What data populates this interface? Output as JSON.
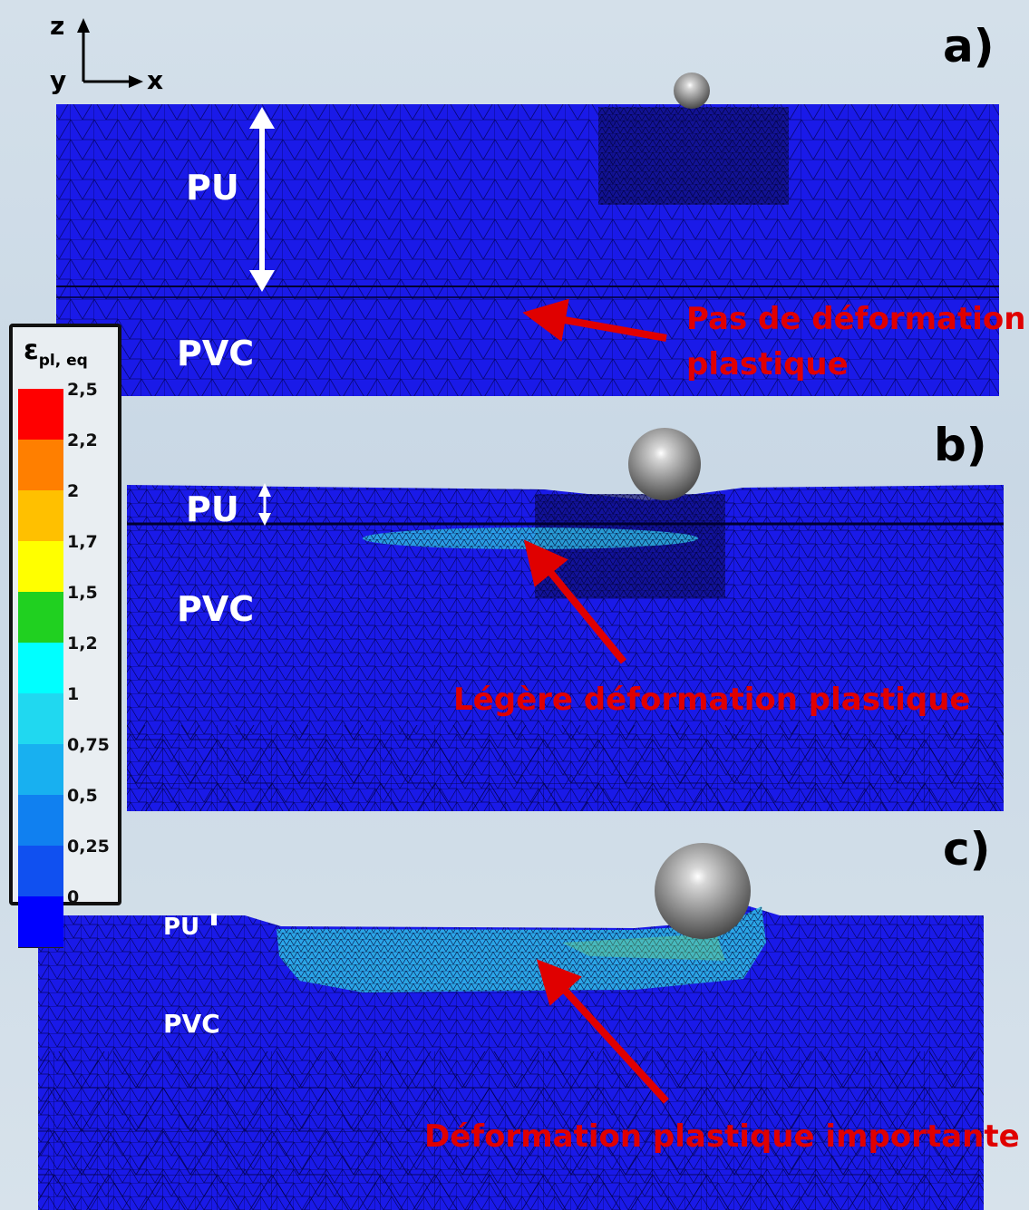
{
  "axes": {
    "z": "z",
    "y": "y",
    "x": "x"
  },
  "panels": [
    {
      "letter": "a)",
      "layer_top": "PU",
      "layer_bottom": "PVC",
      "annotation": [
        "Pas de déformation",
        "plastique"
      ]
    },
    {
      "letter": "b)",
      "layer_top": "PU",
      "layer_bottom": "PVC",
      "annotation": [
        "Légère déformation plastique"
      ]
    },
    {
      "letter": "c)",
      "layer_top": "PU",
      "layer_bottom": "PVC",
      "annotation": [
        "Déformation plastique importante"
      ]
    }
  ],
  "legend": {
    "symbol": "ε",
    "subscript": "pl, eq",
    "ticks": [
      "2,5",
      "2,2",
      "2",
      "1,7",
      "1,5",
      "1,2",
      "1",
      "0,75",
      "0,5",
      "0,25",
      "0"
    ],
    "colors": [
      "#ff0000",
      "#ff7f00",
      "#ffc000",
      "#ffff00",
      "#20d020",
      "#00ffff",
      "#20d8f0",
      "#18b0f0",
      "#1080f0",
      "#1050f0",
      "#0000ff"
    ]
  },
  "colors": {
    "mesh_background": "#1010e6",
    "mesh_lines": "#000030",
    "plastic_zone": "#30c8e8",
    "annotation": "#e00000",
    "sphere": "#9a9a9a"
  }
}
